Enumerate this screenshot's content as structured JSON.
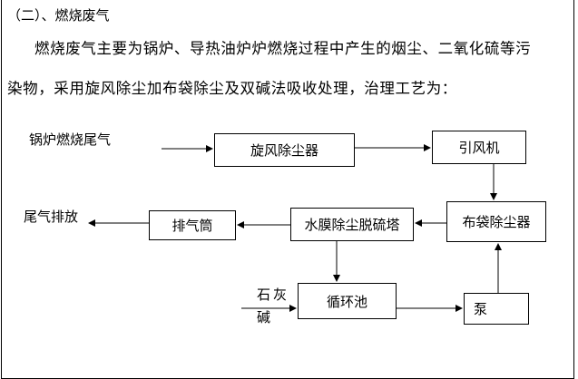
{
  "section_heading": "（二）、燃烧废气",
  "paragraph": {
    "line1": "燃烧废气主要为锅炉、导热油炉炉燃烧过程中产生的烟尘、二氧化硫等污",
    "line2": "染物，采用旋风除尘加布袋除尘及双碱法吸收处理，治理工艺为："
  },
  "diagram": {
    "input_label": "锅炉燃烧尾气",
    "output_label": "尾气排放",
    "lime_label_top": "石灰",
    "lime_label_bottom": "碱",
    "boxes": {
      "cyclone": "旋风除尘器",
      "fan": "引风机",
      "bag_filter": "布袋除尘器",
      "desulfurization_tower": "水膜除尘脱硫塔",
      "exhaust_stack": "排气筒",
      "circulation_pool": "循环池",
      "pump": "泵"
    }
  }
}
